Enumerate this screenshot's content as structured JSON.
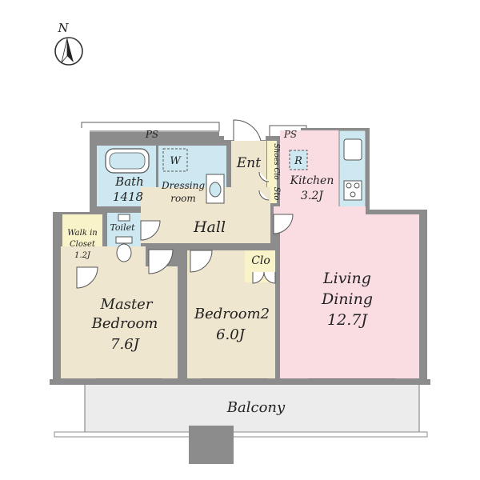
{
  "compass": {
    "label": "N"
  },
  "rooms": {
    "ps_left": "PS",
    "ps_right": "PS",
    "entrance": "Ent",
    "shoes_clo": "Shoes Clo",
    "sto": "Sto",
    "bath": "Bath",
    "bath_size": "1418",
    "washer": "W",
    "dressing_1": "Dressing",
    "dressing_2": "room",
    "kitchen": "Kitchen",
    "kitchen_size": "3.2J",
    "fridge": "R",
    "hall": "Hall",
    "toilet": "Toilet",
    "walkin_1": "Walk in",
    "walkin_2": "Closet",
    "walkin_size": "1.2J",
    "clo": "Clo",
    "master_1": "Master",
    "master_2": "Bedroom",
    "master_size": "7.6J",
    "bed2_1": "Bedroom2",
    "bed2_size": "6.0J",
    "living_1": "Living",
    "living_2": "Dining",
    "living_size": "12.7J",
    "balcony": "Balcony"
  },
  "colors": {
    "wall": "#8c8c8c",
    "bedroom_floor": "#efe6cf",
    "living_floor": "#f9dde3",
    "wet_area": "#cde8f0",
    "closet": "#f8f3c8",
    "balcony": "#ececec"
  }
}
